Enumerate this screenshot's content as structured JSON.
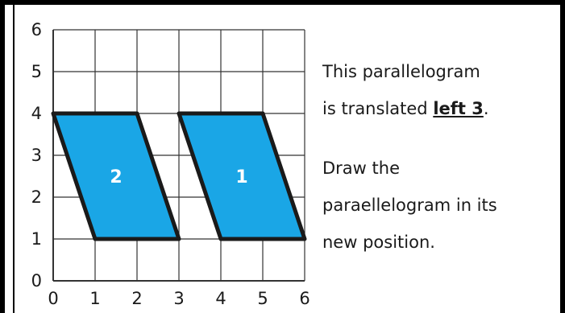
{
  "grid": {
    "x_min": 0,
    "x_max": 6,
    "y_min": 0,
    "y_max": 6,
    "x_ticks": [
      "0",
      "1",
      "2",
      "3",
      "4",
      "5",
      "6"
    ],
    "y_ticks": [
      "0",
      "1",
      "2",
      "3",
      "4",
      "5",
      "6"
    ],
    "line_color": "#333333"
  },
  "shapes": [
    {
      "label": "1",
      "points": [
        [
          3,
          4
        ],
        [
          5,
          4
        ],
        [
          6,
          1
        ],
        [
          4,
          1
        ]
      ],
      "fill": "#1aa6e6"
    },
    {
      "label": "2",
      "points": [
        [
          0,
          4
        ],
        [
          2,
          4
        ],
        [
          3,
          1
        ],
        [
          1,
          1
        ]
      ],
      "fill": "#1aa6e6"
    }
  ],
  "instructions": {
    "line1": "This parallelogram",
    "line2_pre": "is translated ",
    "line2_emph": "left 3",
    "line2_post": ".",
    "line3": "Draw the",
    "line4": "paraellelogram in its",
    "line5": "new position."
  }
}
